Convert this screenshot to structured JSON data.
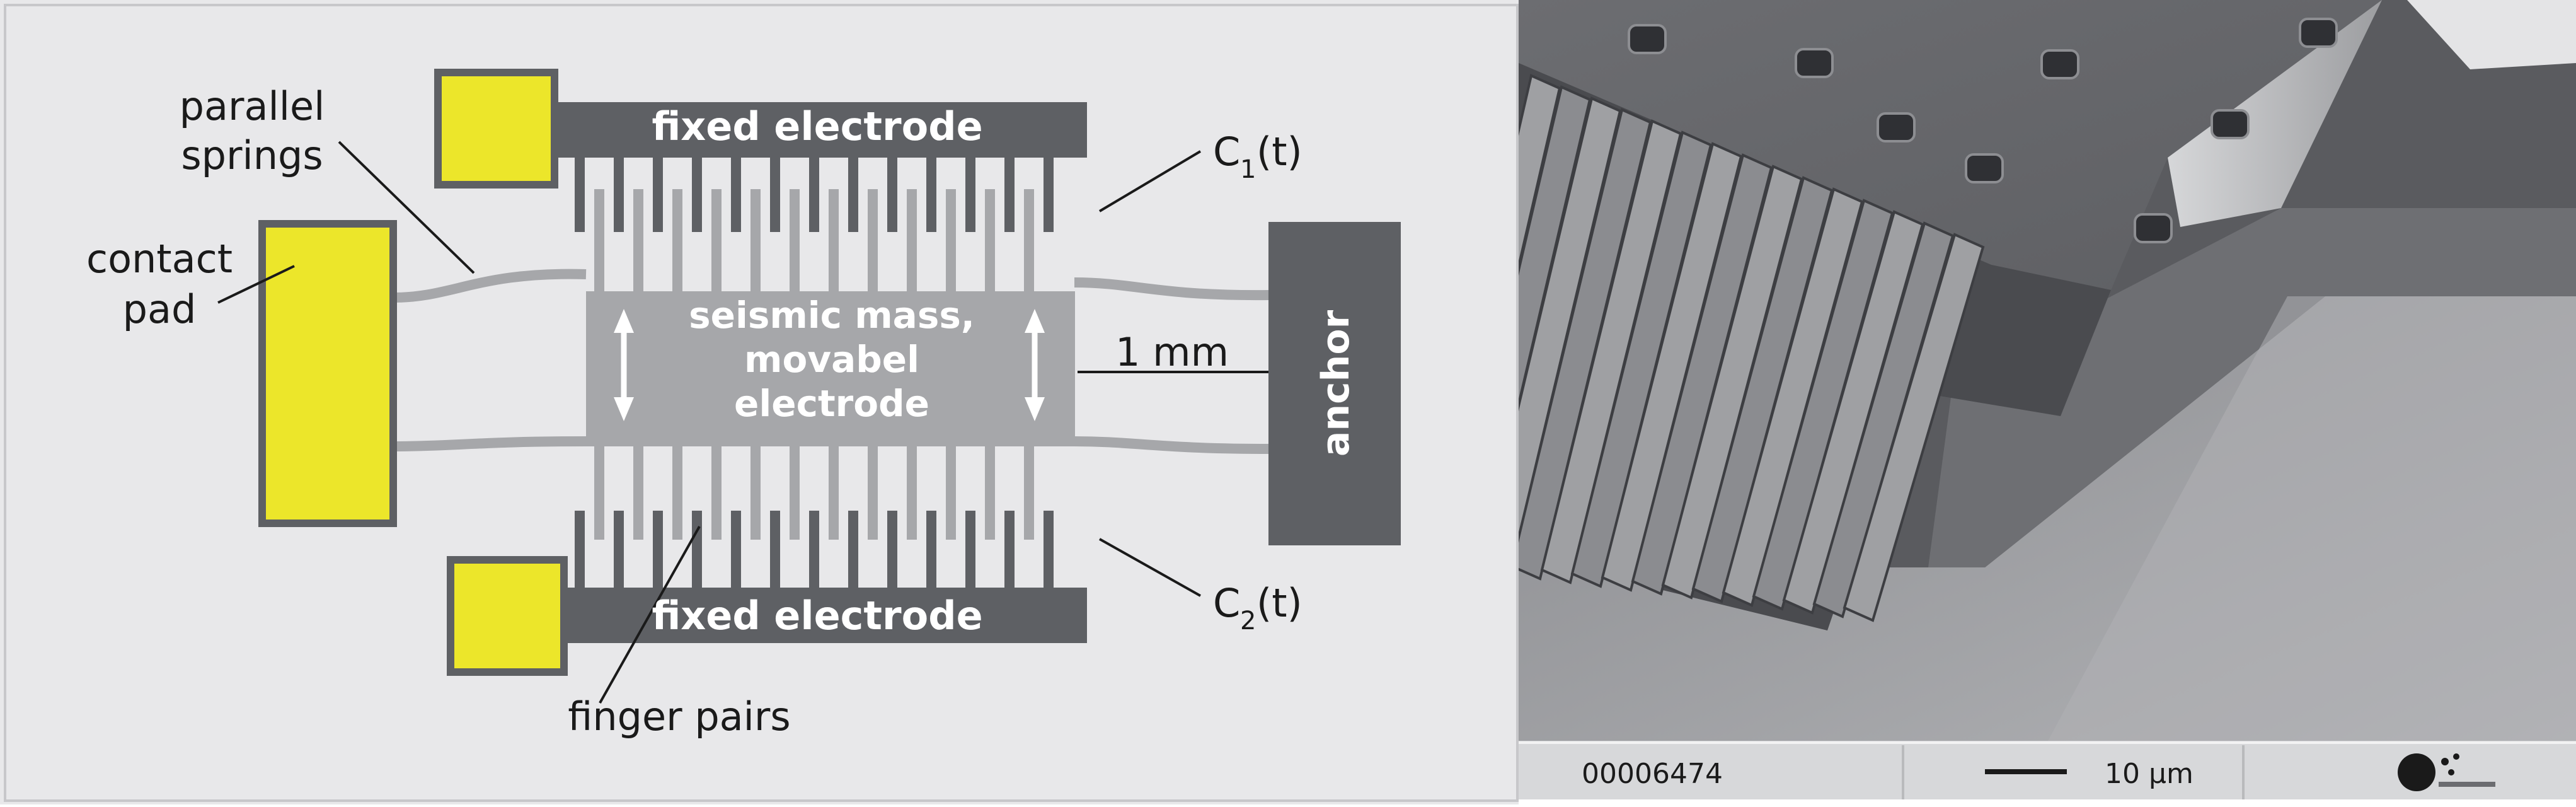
{
  "diagram": {
    "labels": {
      "parallel_springs_line1": "parallel",
      "parallel_springs_line2": "springs",
      "contact_pad_line1": "contact",
      "contact_pad_line2": "pad",
      "fixed_electrode_top": "fixed electrode",
      "fixed_electrode_bottom": "fixed electrode",
      "c1_main": "C",
      "c1_sub": "1",
      "c1_tail": "(t)",
      "c2_main": "C",
      "c2_sub": "2",
      "c2_tail": "(t)",
      "mass_line1": "seismic mass,",
      "mass_line2": "movabel",
      "mass_line3": "electrode",
      "dimension": "1 mm",
      "anchor": "anchor",
      "finger_pairs": "finger pairs"
    },
    "colors": {
      "panel_bg": "#e8e8ea",
      "dark_gray": "#5e6064",
      "mid_gray": "#a6a7aa",
      "pad_yellow": "#ece62a",
      "text_dark": "#1a1a1a",
      "text_light": "#ffffff"
    }
  },
  "micrograph": {
    "status_bar": {
      "image_number": "00006474",
      "scale_label": "10 µm"
    },
    "logo_icon": "institute-logo-icon"
  }
}
